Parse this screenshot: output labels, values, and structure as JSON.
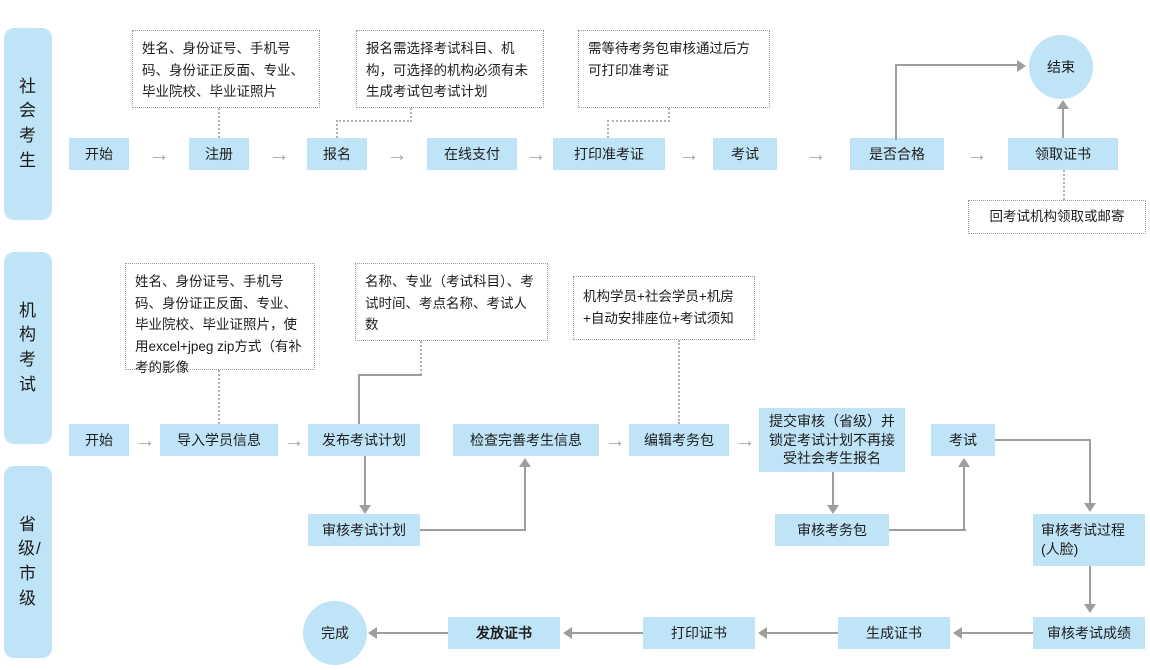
{
  "lanes": [
    {
      "id": "lane-social-candidate",
      "label": "社会考生"
    },
    {
      "id": "lane-institution-exam",
      "label": "机构考试"
    },
    {
      "id": "lane-province-city",
      "label": "省级/市级"
    }
  ],
  "row1": {
    "nodes": [
      {
        "id": "start",
        "label": "开始"
      },
      {
        "id": "register",
        "label": "注册"
      },
      {
        "id": "signup",
        "label": "报名"
      },
      {
        "id": "online-payment",
        "label": "在线支付"
      },
      {
        "id": "print-admission-ticket",
        "label": "打印准考证"
      },
      {
        "id": "exam",
        "label": "考试"
      },
      {
        "id": "is-qualified",
        "label": "是否合格"
      },
      {
        "id": "receive-certificate",
        "label": "领取证书"
      }
    ],
    "end_circle": {
      "id": "end",
      "label": "结束"
    },
    "notes": [
      {
        "id": "note-register-fields",
        "text": "姓名、身份证号、手机号码、身份证正反面、专业、毕业院校、毕业证照片"
      },
      {
        "id": "note-signup-rules",
        "text": "报名需选择考试科目、机构，可选择的机构必须有未生成考试包考试计划"
      },
      {
        "id": "note-ticket-rules",
        "text": "需等待考务包审核通过后方可打印准考证"
      },
      {
        "id": "note-cert-pickup",
        "text": "回考试机构领取或邮寄"
      }
    ]
  },
  "row2": {
    "nodes": [
      {
        "id": "start-2",
        "label": "开始"
      },
      {
        "id": "import-student-info",
        "label": "导入学员信息"
      },
      {
        "id": "publish-exam-plan",
        "label": "发布考试计划"
      },
      {
        "id": "review-exam-plan",
        "label": "审核考试计划"
      },
      {
        "id": "check-candidate-info",
        "label": "检查完善考生信息"
      },
      {
        "id": "edit-exam-package",
        "label": "编辑考务包"
      },
      {
        "id": "submit-review-lock",
        "label": "提交审核（省级）并锁定考试计划不再接受社会考生报名"
      },
      {
        "id": "review-exam-package",
        "label": "审核考务包"
      },
      {
        "id": "exam-2",
        "label": "考试"
      },
      {
        "id": "review-exam-process",
        "label": "审核考试过程\n(人脸)"
      }
    ],
    "notes": [
      {
        "id": "note-import-fields",
        "text": "姓名、身份证号、手机号码、身份证正反面、专业、毕业院校、毕业证照片，使用excel+jpeg zip方式（有补考的影像"
      },
      {
        "id": "note-plan-fields",
        "text": "名称、专业（考试科目）、考试时间、考点名称、考试人数"
      },
      {
        "id": "note-package-fields",
        "text": "机构学员+社会学员+机房+自动安排座位+考试须知"
      }
    ]
  },
  "row3": {
    "nodes": [
      {
        "id": "review-exam-score",
        "label": "审核考试成绩"
      },
      {
        "id": "generate-certificate",
        "label": "生成证书"
      },
      {
        "id": "print-certificate",
        "label": "打印证书"
      },
      {
        "id": "issue-certificate",
        "label": "发放证书"
      }
    ],
    "finish_circle": {
      "id": "finish",
      "label": "完成"
    }
  },
  "icons": {
    "arrow_right": "→"
  },
  "colors": {
    "node_fill": "#bfe3f7",
    "lane_fill": "#bfe3f7",
    "connector": "#9e9e9e",
    "note_border": "#9a9a9a",
    "text": "#1d1d1d"
  }
}
